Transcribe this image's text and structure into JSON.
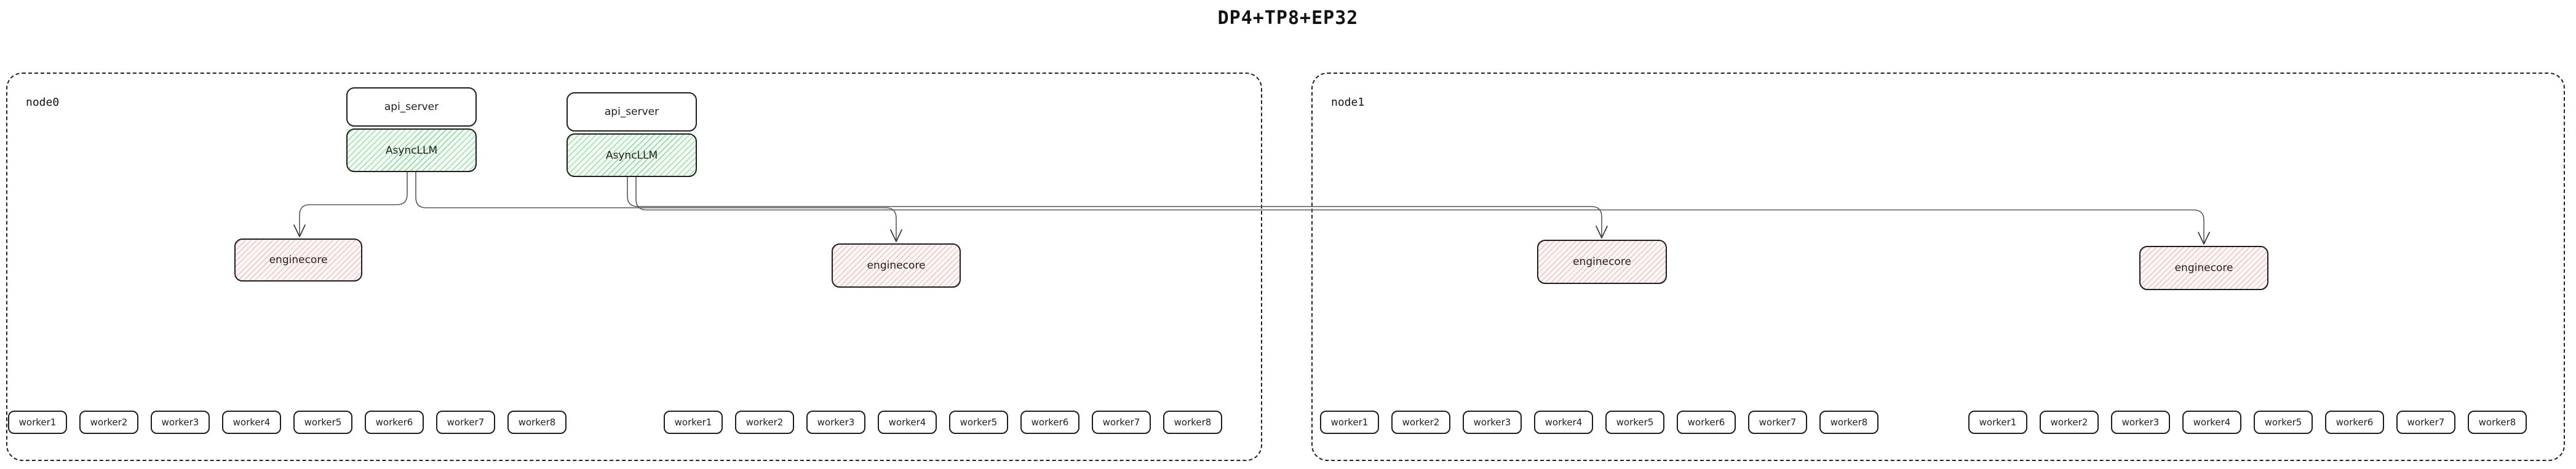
{
  "title": "DP4+TP8+EP32",
  "colors": {
    "green_fill": "#f4fbf4",
    "green_hatch": "#80d795",
    "red_fill": "#fdf7f7",
    "red_hatch": "#efadad",
    "edge": "#5a5a5a",
    "border": "#1e1e1e"
  },
  "nodes": [
    {
      "label": "node0",
      "stacks": [
        {
          "api_server": "api_server",
          "asyncllm": "AsyncLLM"
        },
        {
          "api_server": "api_server",
          "asyncllm": "AsyncLLM"
        }
      ],
      "enginecores": [
        {
          "label": "enginecore"
        },
        {
          "label": "enginecore"
        }
      ],
      "worker_groups": [
        {
          "workers": [
            "worker1",
            "worker2",
            "worker3",
            "worker4",
            "worker5",
            "worker6",
            "worker7",
            "worker8"
          ]
        },
        {
          "workers": [
            "worker1",
            "worker2",
            "worker3",
            "worker4",
            "worker5",
            "worker6",
            "worker7",
            "worker8"
          ]
        }
      ]
    },
    {
      "label": "node1",
      "stacks": [],
      "enginecores": [
        {
          "label": "enginecore"
        },
        {
          "label": "enginecore"
        }
      ],
      "worker_groups": [
        {
          "workers": [
            "worker1",
            "worker2",
            "worker3",
            "worker4",
            "worker5",
            "worker6",
            "worker7",
            "worker8"
          ]
        },
        {
          "workers": [
            "worker1",
            "worker2",
            "worker3",
            "worker4",
            "worker5",
            "worker6",
            "worker7",
            "worker8"
          ]
        }
      ]
    }
  ]
}
